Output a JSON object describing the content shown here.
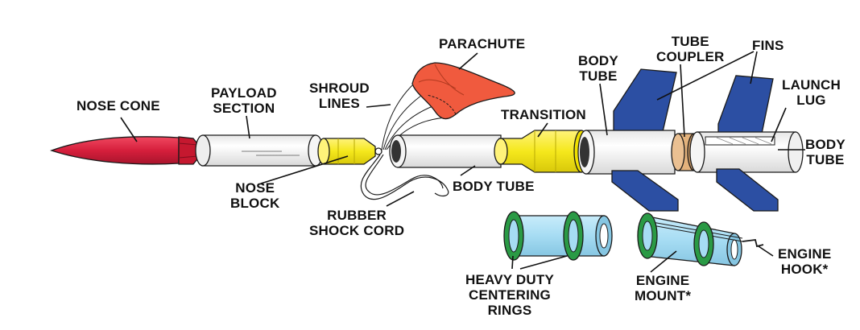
{
  "labels": {
    "nose_cone": [
      "NOSE CONE"
    ],
    "payload_section": [
      "PAYLOAD",
      "SECTION"
    ],
    "shroud_lines": [
      "SHROUD",
      "LINES"
    ],
    "parachute": [
      "PARACHUTE"
    ],
    "body_tube_top": [
      "BODY",
      "TUBE"
    ],
    "tube_coupler": [
      "TUBE",
      "COUPLER"
    ],
    "fins": [
      "FINS"
    ],
    "launch_lug": [
      "LAUNCH",
      "LUG"
    ],
    "transition": [
      "TRANSITION"
    ],
    "body_tube_right": [
      "BODY",
      "TUBE"
    ],
    "nose_block": [
      "NOSE",
      "BLOCK"
    ],
    "body_tube_center": [
      "BODY TUBE"
    ],
    "rubber_shock_cord": [
      "RUBBER",
      "SHOCK CORD"
    ],
    "heavy_duty_centering_rings": [
      "HEAVY DUTY",
      "CENTERING",
      "RINGS"
    ],
    "engine_mount": [
      "ENGINE",
      "MOUNT*"
    ],
    "engine_hook": [
      "ENGINE",
      "HOOK*"
    ]
  },
  "colors": {
    "nose_cone": "#d61f3c",
    "parachute": "#f05a3e",
    "shoulder_yellow": "#f5e81c",
    "fins": "#2c4fa3",
    "tube": "#ffffff",
    "coupler": "#e3b27c",
    "engine_tube": "#a6dcf3",
    "centering_ring": "#2a9a45",
    "outline": "#1a1a1a"
  }
}
